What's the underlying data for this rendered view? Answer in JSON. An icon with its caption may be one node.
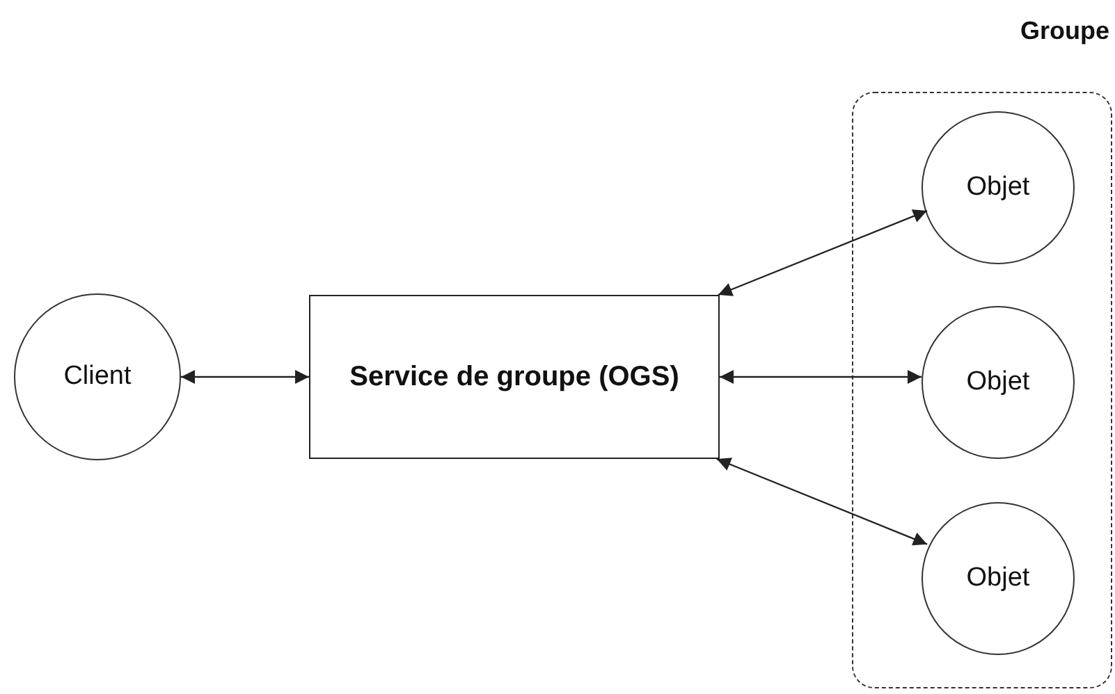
{
  "diagram": {
    "nodes": [
      {
        "text": [
          "Client"
        ]
      },
      {
        "text": [
          "Service de groupe (OGS)"
        ]
      },
      {
        "text": [
          "Groupe"
        ]
      },
      {
        "text": [
          "Objet"
        ],
        "in": 2
      },
      {
        "text": [
          "Objet"
        ],
        "in": 2
      },
      {
        "text": [
          "Objet"
        ],
        "in": 2
      }
    ],
    "edges": [
      {
        "from": 0,
        "to": 1,
        "arrow": "both"
      },
      {
        "from": 1,
        "to": 3,
        "arrow": "both"
      },
      {
        "from": 1,
        "to": 4,
        "arrow": "both"
      },
      {
        "from": 1,
        "to": 5,
        "arrow": "both"
      }
    ]
  }
}
